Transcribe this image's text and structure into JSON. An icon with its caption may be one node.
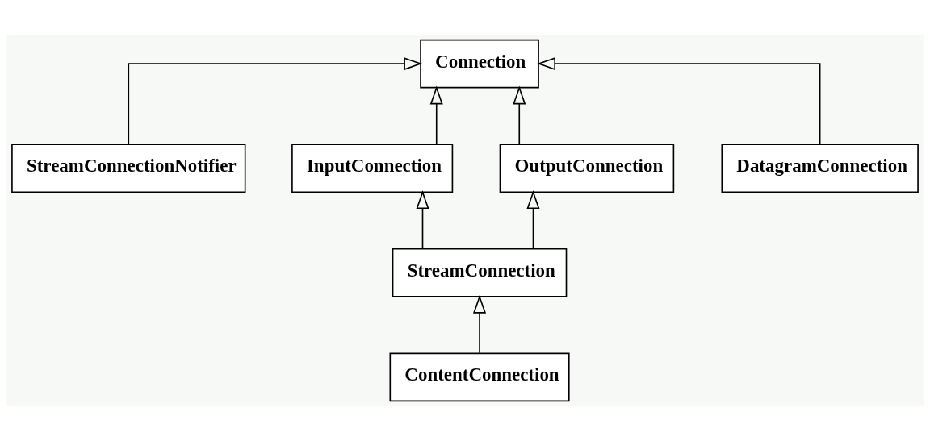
{
  "diagram": {
    "nodes": [
      {
        "text": [
          "Connection"
        ]
      },
      {
        "text": [
          "StreamConnectionNotifier"
        ]
      },
      {
        "text": [
          "InputConnection"
        ]
      },
      {
        "text": [
          "OutputConnection"
        ]
      },
      {
        "text": [
          "DatagramConnection"
        ]
      },
      {
        "text": [
          "StreamConnection"
        ]
      },
      {
        "text": [
          "ContentConnection"
        ]
      }
    ],
    "edges": [
      {
        "from": 1,
        "to": 0,
        "arrow": "to"
      },
      {
        "from": 2,
        "to": 0,
        "arrow": "to"
      },
      {
        "from": 3,
        "to": 0,
        "arrow": "to"
      },
      {
        "from": 4,
        "to": 0,
        "arrow": "to"
      },
      {
        "from": 5,
        "to": 2,
        "arrow": "to"
      },
      {
        "from": 5,
        "to": 3,
        "arrow": "to"
      },
      {
        "from": 6,
        "to": 5,
        "arrow": "to"
      }
    ]
  }
}
